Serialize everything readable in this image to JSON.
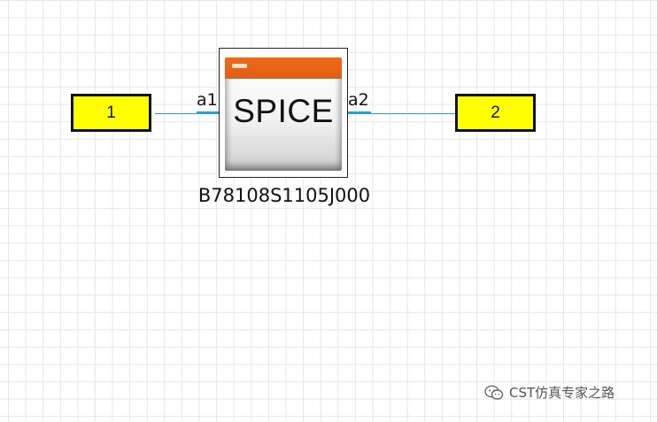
{
  "ports": [
    {
      "label": "1",
      "color": "#ffff00"
    },
    {
      "label": "2",
      "color": "#ffff00"
    }
  ],
  "block": {
    "type_label": "SPICE",
    "name": "B78108S1105J000",
    "pins": [
      "a1",
      "a2"
    ],
    "titlebar_color": "#e8601a"
  },
  "wire_color": "#1fa2e0",
  "watermark": {
    "text": "CST仿真专家之路",
    "icon": "wechat-icon"
  }
}
